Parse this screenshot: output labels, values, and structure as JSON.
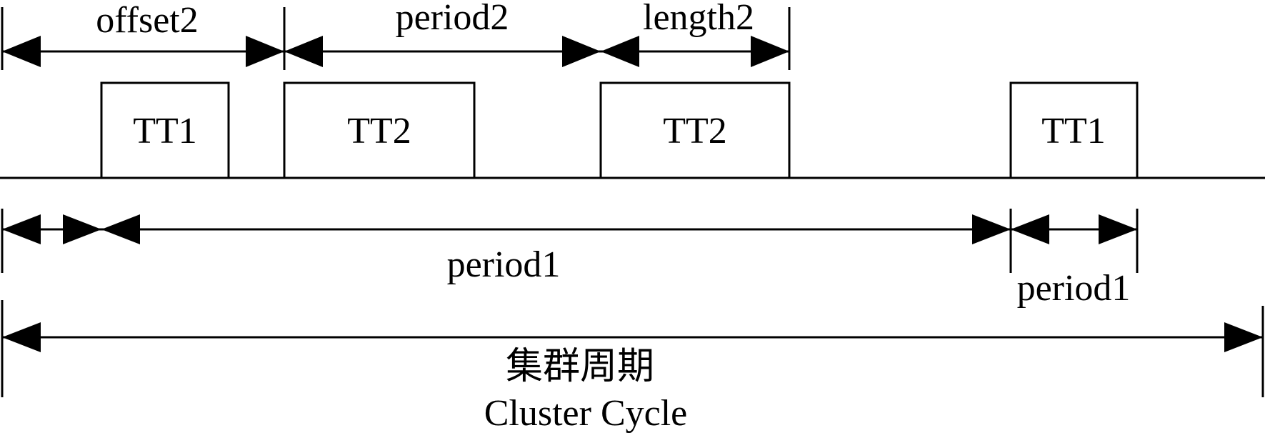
{
  "labels": {
    "offset2": "offset2",
    "period2": "period2",
    "length2": "length2",
    "period1_main": "period1",
    "period1_small": "period1",
    "cluster_zh": "集群周期",
    "cluster_en": "Cluster Cycle"
  },
  "blocks": [
    {
      "id": "tt1-a",
      "label": "TT1"
    },
    {
      "id": "tt2-a",
      "label": "TT2"
    },
    {
      "id": "tt2-b",
      "label": "TT2"
    },
    {
      "id": "tt1-b",
      "label": "TT1"
    }
  ],
  "colors": {
    "stroke": "#000000",
    "background": "#ffffff"
  }
}
